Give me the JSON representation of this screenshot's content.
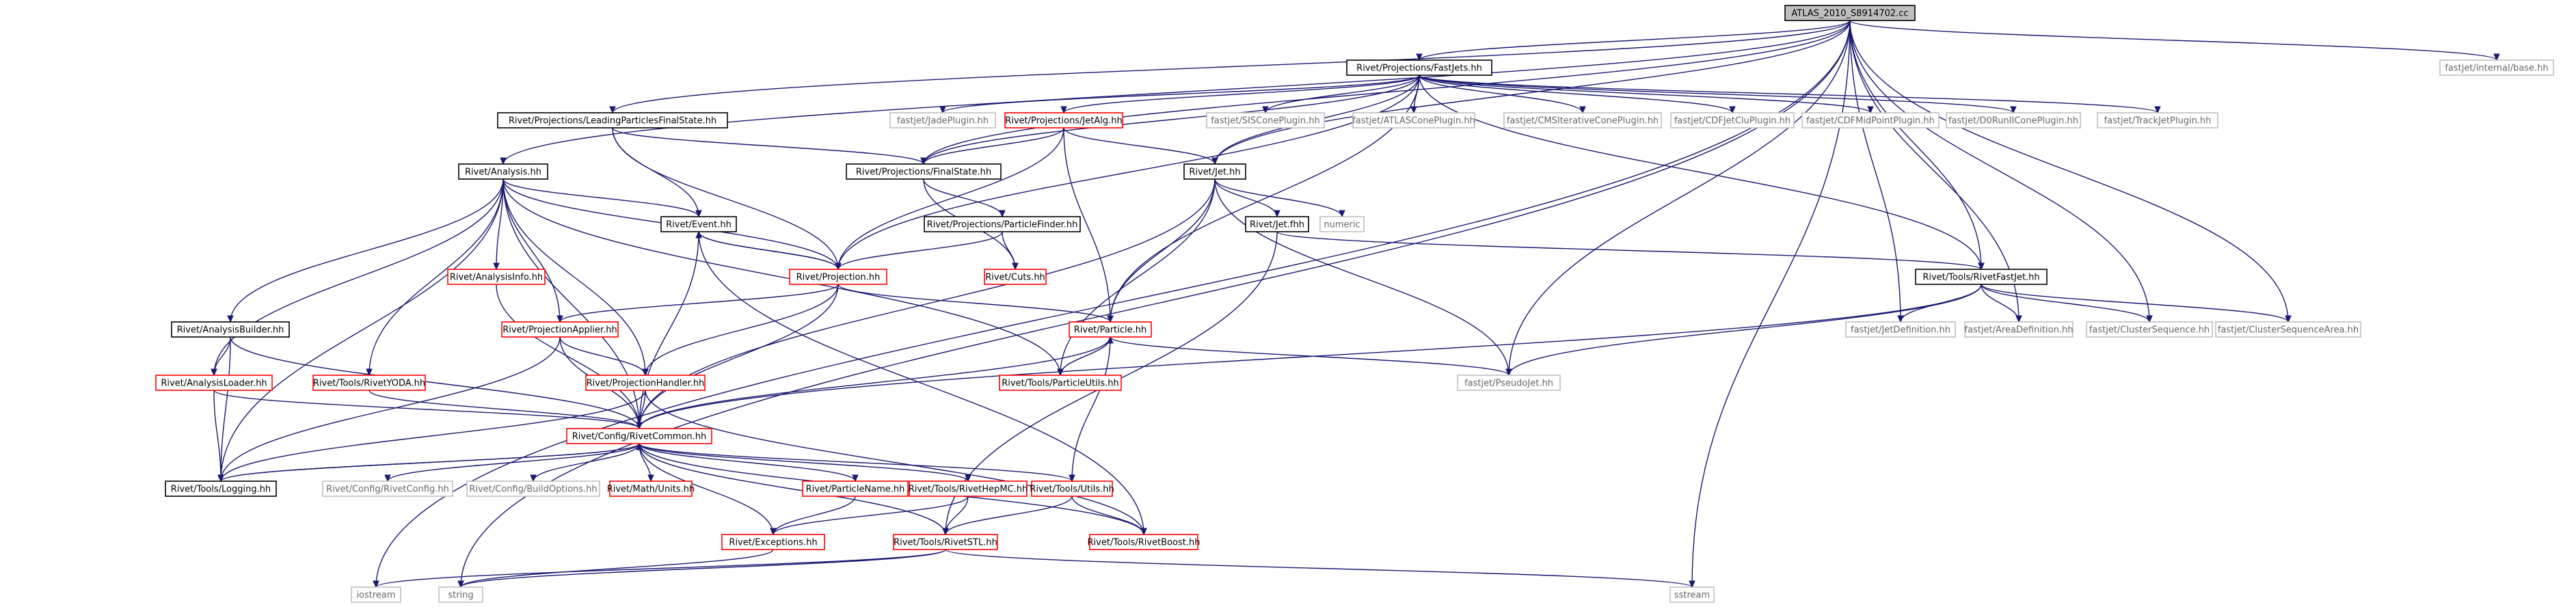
{
  "nodes": {
    "root": {
      "label": "ATLAS_2010_S8914702.cc",
      "style": "root"
    },
    "fastjets": {
      "label": "Rivet/Projections/FastJets.hh",
      "style": "normal"
    },
    "internal_base": {
      "label": "fastjet/internal/base.hh",
      "style": "external"
    },
    "lpfs": {
      "label": "Rivet/Projections/LeadingParticlesFinalState.hh",
      "style": "normal"
    },
    "jadeplugin": {
      "label": "fastjet/JadePlugin.hh",
      "style": "external"
    },
    "jetalg": {
      "label": "Rivet/Projections/JetAlg.hh",
      "style": "red"
    },
    "siscone": {
      "label": "fastjet/SISConePlugin.hh",
      "style": "external"
    },
    "atlascone": {
      "label": "fastjet/ATLASConePlugin.hh",
      "style": "external"
    },
    "cmsiterative": {
      "label": "fastjet/CMSIterativeConePlugin.hh",
      "style": "external"
    },
    "cdfjetclu": {
      "label": "fastjet/CDFJetCluPlugin.hh",
      "style": "external"
    },
    "cdfmidpoint": {
      "label": "fastjet/CDFMidPointPlugin.hh",
      "style": "external"
    },
    "d0run2cone": {
      "label": "fastjet/D0RunIIConePlugin.hh",
      "style": "external"
    },
    "trackjet": {
      "label": "fastjet/TrackJetPlugin.hh",
      "style": "external"
    },
    "analysis": {
      "label": "Rivet/Analysis.hh",
      "style": "normal"
    },
    "finalstate": {
      "label": "Rivet/Projections/FinalState.hh",
      "style": "normal"
    },
    "jet": {
      "label": "Rivet/Jet.hh",
      "style": "normal"
    },
    "event": {
      "label": "Rivet/Event.hh",
      "style": "normal"
    },
    "particlefinder": {
      "label": "Rivet/Projections/ParticleFinder.hh",
      "style": "normal"
    },
    "jetfhh": {
      "label": "Rivet/Jet.fhh",
      "style": "normal"
    },
    "numeric": {
      "label": "numeric",
      "style": "external"
    },
    "analysisinfo": {
      "label": "Rivet/AnalysisInfo.hh",
      "style": "red"
    },
    "projection": {
      "label": "Rivet/Projection.hh",
      "style": "red"
    },
    "cuts": {
      "label": "Rivet/Cuts.hh",
      "style": "red"
    },
    "rivetfastjet": {
      "label": "Rivet/Tools/RivetFastJet.hh",
      "style": "normal"
    },
    "analysisbuilder": {
      "label": "Rivet/AnalysisBuilder.hh",
      "style": "normal"
    },
    "projectionapplier": {
      "label": "Rivet/ProjectionApplier.hh",
      "style": "red"
    },
    "particle": {
      "label": "Rivet/Particle.hh",
      "style": "red"
    },
    "jetdefinition": {
      "label": "fastjet/JetDefinition.hh",
      "style": "external"
    },
    "areadefinition": {
      "label": "fastjet/AreaDefinition.hh",
      "style": "external"
    },
    "clustersequence": {
      "label": "fastjet/ClusterSequence.hh",
      "style": "external"
    },
    "clustersequencearea": {
      "label": "fastjet/ClusterSequenceArea.hh",
      "style": "external"
    },
    "analysisloader": {
      "label": "Rivet/AnalysisLoader.hh",
      "style": "red"
    },
    "rivetyoda": {
      "label": "Rivet/Tools/RivetYODA.hh",
      "style": "red"
    },
    "projectionhandler": {
      "label": "Rivet/ProjectionHandler.hh",
      "style": "red"
    },
    "particleutils": {
      "label": "Rivet/Tools/ParticleUtils.hh",
      "style": "red"
    },
    "pseudojet": {
      "label": "fastjet/PseudoJet.hh",
      "style": "external"
    },
    "rivetcommon": {
      "label": "Rivet/Config/RivetCommon.hh",
      "style": "red"
    },
    "logging": {
      "label": "Rivet/Tools/Logging.hh",
      "style": "normal"
    },
    "rivetconfig": {
      "label": "Rivet/Config/RivetConfig.hh",
      "style": "external"
    },
    "buildoptions": {
      "label": "Rivet/Config/BuildOptions.hh",
      "style": "external"
    },
    "mathunits": {
      "label": "Rivet/Math/Units.hh",
      "style": "red"
    },
    "particlename": {
      "label": "Rivet/ParticleName.hh",
      "style": "red"
    },
    "rivethepmc": {
      "label": "Rivet/Tools/RivetHepMC.hh",
      "style": "red"
    },
    "toolsutils": {
      "label": "Rivet/Tools/Utils.hh",
      "style": "red"
    },
    "exceptions": {
      "label": "Rivet/Exceptions.hh",
      "style": "red"
    },
    "rivetstl": {
      "label": "Rivet/Tools/RivetSTL.hh",
      "style": "red"
    },
    "rivetboost": {
      "label": "Rivet/Tools/RivetBoost.hh",
      "style": "red"
    },
    "iostream": {
      "label": "iostream",
      "style": "external"
    },
    "string": {
      "label": "string",
      "style": "external"
    },
    "sstream": {
      "label": "sstream",
      "style": "external"
    }
  },
  "edges": [
    [
      "root",
      "fastjets"
    ],
    [
      "root",
      "internal_base"
    ],
    [
      "root",
      "lpfs"
    ],
    [
      "root",
      "analysis"
    ],
    [
      "root",
      "finalstate"
    ],
    [
      "root",
      "jet"
    ],
    [
      "root",
      "rivetfastjet"
    ],
    [
      "root",
      "jetdefinition"
    ],
    [
      "root",
      "areadefinition"
    ],
    [
      "root",
      "clustersequence"
    ],
    [
      "root",
      "clustersequencearea"
    ],
    [
      "root",
      "pseudojet"
    ],
    [
      "root",
      "iostream"
    ],
    [
      "root",
      "string"
    ],
    [
      "root",
      "sstream"
    ],
    [
      "fastjets",
      "jadeplugin"
    ],
    [
      "fastjets",
      "jetalg"
    ],
    [
      "fastjets",
      "siscone"
    ],
    [
      "fastjets",
      "atlascone"
    ],
    [
      "fastjets",
      "cmsiterative"
    ],
    [
      "fastjets",
      "cdfjetclu"
    ],
    [
      "fastjets",
      "cdfmidpoint"
    ],
    [
      "fastjets",
      "d0run2cone"
    ],
    [
      "fastjets",
      "trackjet"
    ],
    [
      "fastjets",
      "finalstate"
    ],
    [
      "fastjets",
      "jet"
    ],
    [
      "fastjets",
      "projection"
    ],
    [
      "fastjets",
      "particle"
    ],
    [
      "fastjets",
      "rivetfastjet"
    ],
    [
      "lpfs",
      "finalstate"
    ],
    [
      "lpfs",
      "event"
    ],
    [
      "lpfs",
      "projection"
    ],
    [
      "jetalg",
      "finalstate"
    ],
    [
      "jetalg",
      "jet"
    ],
    [
      "jetalg",
      "projection"
    ],
    [
      "jetalg",
      "particle"
    ],
    [
      "analysis",
      "event"
    ],
    [
      "analysis",
      "projection"
    ],
    [
      "analysis",
      "analysisinfo"
    ],
    [
      "analysis",
      "projectionapplier"
    ],
    [
      "analysis",
      "projectionhandler"
    ],
    [
      "analysis",
      "analysisbuilder"
    ],
    [
      "analysis",
      "analysisloader"
    ],
    [
      "analysis",
      "rivetyoda"
    ],
    [
      "analysis",
      "rivetcommon"
    ],
    [
      "analysis",
      "logging"
    ],
    [
      "analysis",
      "particleutils"
    ],
    [
      "finalstate",
      "particlefinder"
    ],
    [
      "finalstate",
      "cuts"
    ],
    [
      "particlefinder",
      "projection"
    ],
    [
      "particlefinder",
      "cuts"
    ],
    [
      "jet",
      "jetfhh"
    ],
    [
      "jet",
      "numeric"
    ],
    [
      "jet",
      "particle"
    ],
    [
      "jet",
      "pseudojet"
    ],
    [
      "jet",
      "rivetcommon"
    ],
    [
      "jet",
      "particleutils"
    ],
    [
      "jetfhh",
      "rivetfastjet"
    ],
    [
      "jetfhh",
      "rivetstl"
    ],
    [
      "event",
      "projection"
    ],
    [
      "event",
      "rivetcommon"
    ],
    [
      "event",
      "rivetboost"
    ],
    [
      "projection",
      "event"
    ],
    [
      "projection",
      "projectionapplier"
    ],
    [
      "projection",
      "projectionhandler"
    ],
    [
      "projection",
      "particle"
    ],
    [
      "projection",
      "rivetcommon"
    ],
    [
      "rivetfastjet",
      "jetdefinition"
    ],
    [
      "rivetfastjet",
      "areadefinition"
    ],
    [
      "rivetfastjet",
      "clustersequence"
    ],
    [
      "rivetfastjet",
      "clustersequencearea"
    ],
    [
      "rivetfastjet",
      "pseudojet"
    ],
    [
      "rivetfastjet",
      "rivetcommon"
    ],
    [
      "particle",
      "particleutils"
    ],
    [
      "particle",
      "pseudojet"
    ],
    [
      "particle",
      "rivetcommon"
    ],
    [
      "particle",
      "toolsutils"
    ],
    [
      "particleutils",
      "particle"
    ],
    [
      "analysisinfo",
      "rivetcommon"
    ],
    [
      "analysisbuilder",
      "analysisloader"
    ],
    [
      "analysisbuilder",
      "rivetcommon"
    ],
    [
      "analysisbuilder",
      "logging"
    ],
    [
      "analysisloader",
      "rivetcommon"
    ],
    [
      "analysisloader",
      "logging"
    ],
    [
      "projectionapplier",
      "projectionhandler"
    ],
    [
      "projectionapplier",
      "rivetcommon"
    ],
    [
      "projectionapplier",
      "logging"
    ],
    [
      "rivetyoda",
      "rivetcommon"
    ],
    [
      "projectionhandler",
      "rivetcommon"
    ],
    [
      "projectionhandler",
      "logging"
    ],
    [
      "projectionhandler",
      "rivetboost"
    ],
    [
      "rivetcommon",
      "logging"
    ],
    [
      "rivetcommon",
      "rivetconfig"
    ],
    [
      "rivetcommon",
      "buildoptions"
    ],
    [
      "rivetcommon",
      "mathunits"
    ],
    [
      "rivetcommon",
      "particlename"
    ],
    [
      "rivetcommon",
      "rivethepmc"
    ],
    [
      "rivetcommon",
      "toolsutils"
    ],
    [
      "rivetcommon",
      "exceptions"
    ],
    [
      "rivetcommon",
      "rivetstl"
    ],
    [
      "rivetcommon",
      "rivetboost"
    ],
    [
      "logging",
      "rivetcommon"
    ],
    [
      "particlename",
      "exceptions"
    ],
    [
      "rivethepmc",
      "exceptions"
    ],
    [
      "rivethepmc",
      "rivetstl"
    ],
    [
      "toolsutils",
      "rivetstl"
    ],
    [
      "toolsutils",
      "rivetboost"
    ],
    [
      "exceptions",
      "string"
    ],
    [
      "rivetstl",
      "iostream"
    ],
    [
      "rivetstl",
      "string"
    ],
    [
      "rivetstl",
      "sstream"
    ]
  ],
  "colors": {
    "edge": "#191970",
    "normal_border": "#000000",
    "red_border": "#ff0000",
    "external_border": "#bfbfbf",
    "external_text": "#666666",
    "root_fill": "#bfbfbf",
    "node_fill": "#ffffff"
  }
}
